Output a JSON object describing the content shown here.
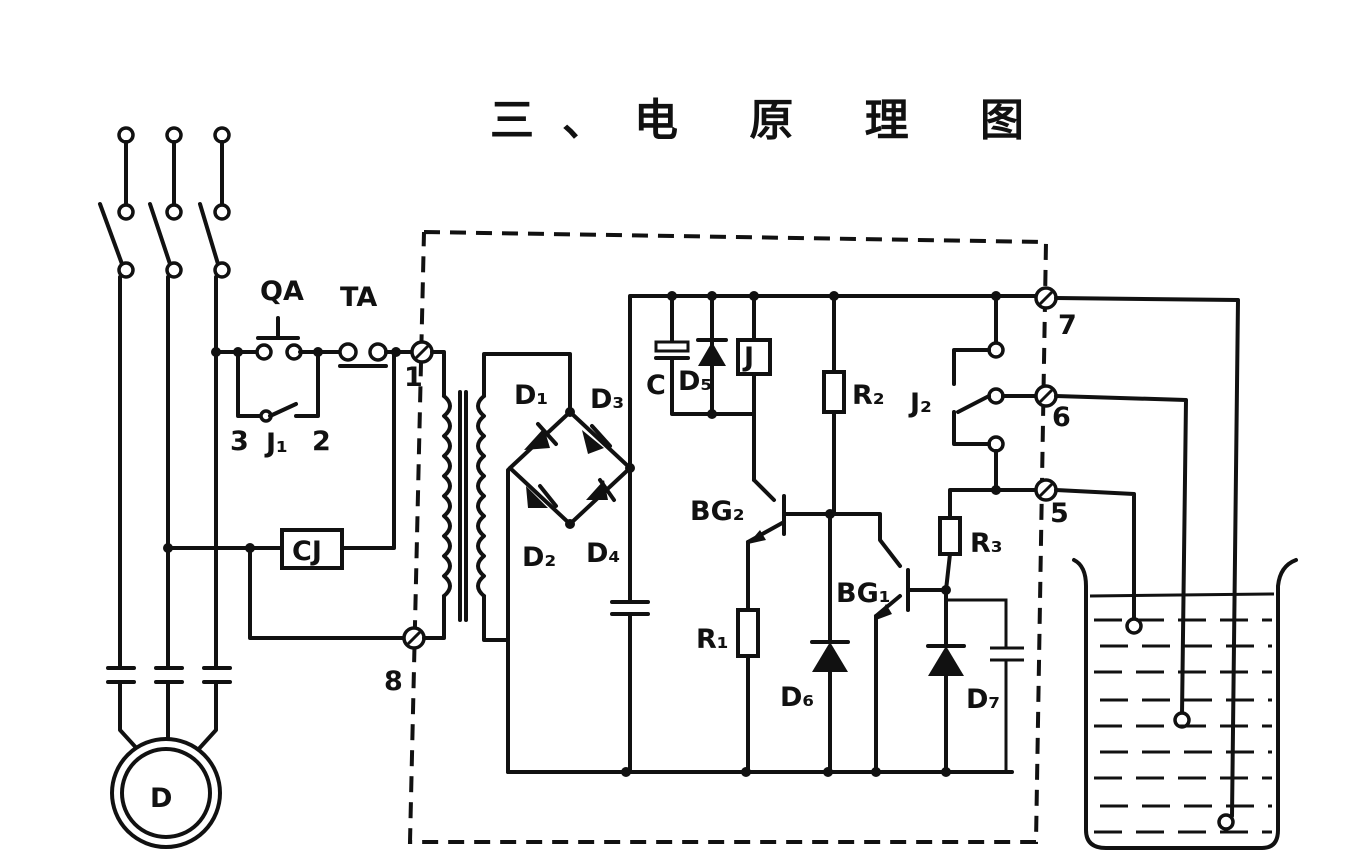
{
  "title": "三、电 原 理 图",
  "labels": {
    "qa": "QA",
    "ta": "TA",
    "j1_num3": "3",
    "j1": "J₁",
    "j1_num2": "2",
    "cj": "CJ",
    "motor": "D",
    "t1": "1",
    "t8": "8",
    "t7": "7",
    "t6": "6",
    "t5": "5",
    "d1": "D₁",
    "d2": "D₂",
    "d3": "D₃",
    "d4": "D₄",
    "d5": "D₅",
    "c": "C",
    "j": "J",
    "r2": "R₂",
    "j2": "J₂",
    "bg2": "BG₂",
    "r1": "R₁",
    "d6": "D₆",
    "bg1": "BG₁",
    "r3": "R₃",
    "d7": "D₇"
  }
}
